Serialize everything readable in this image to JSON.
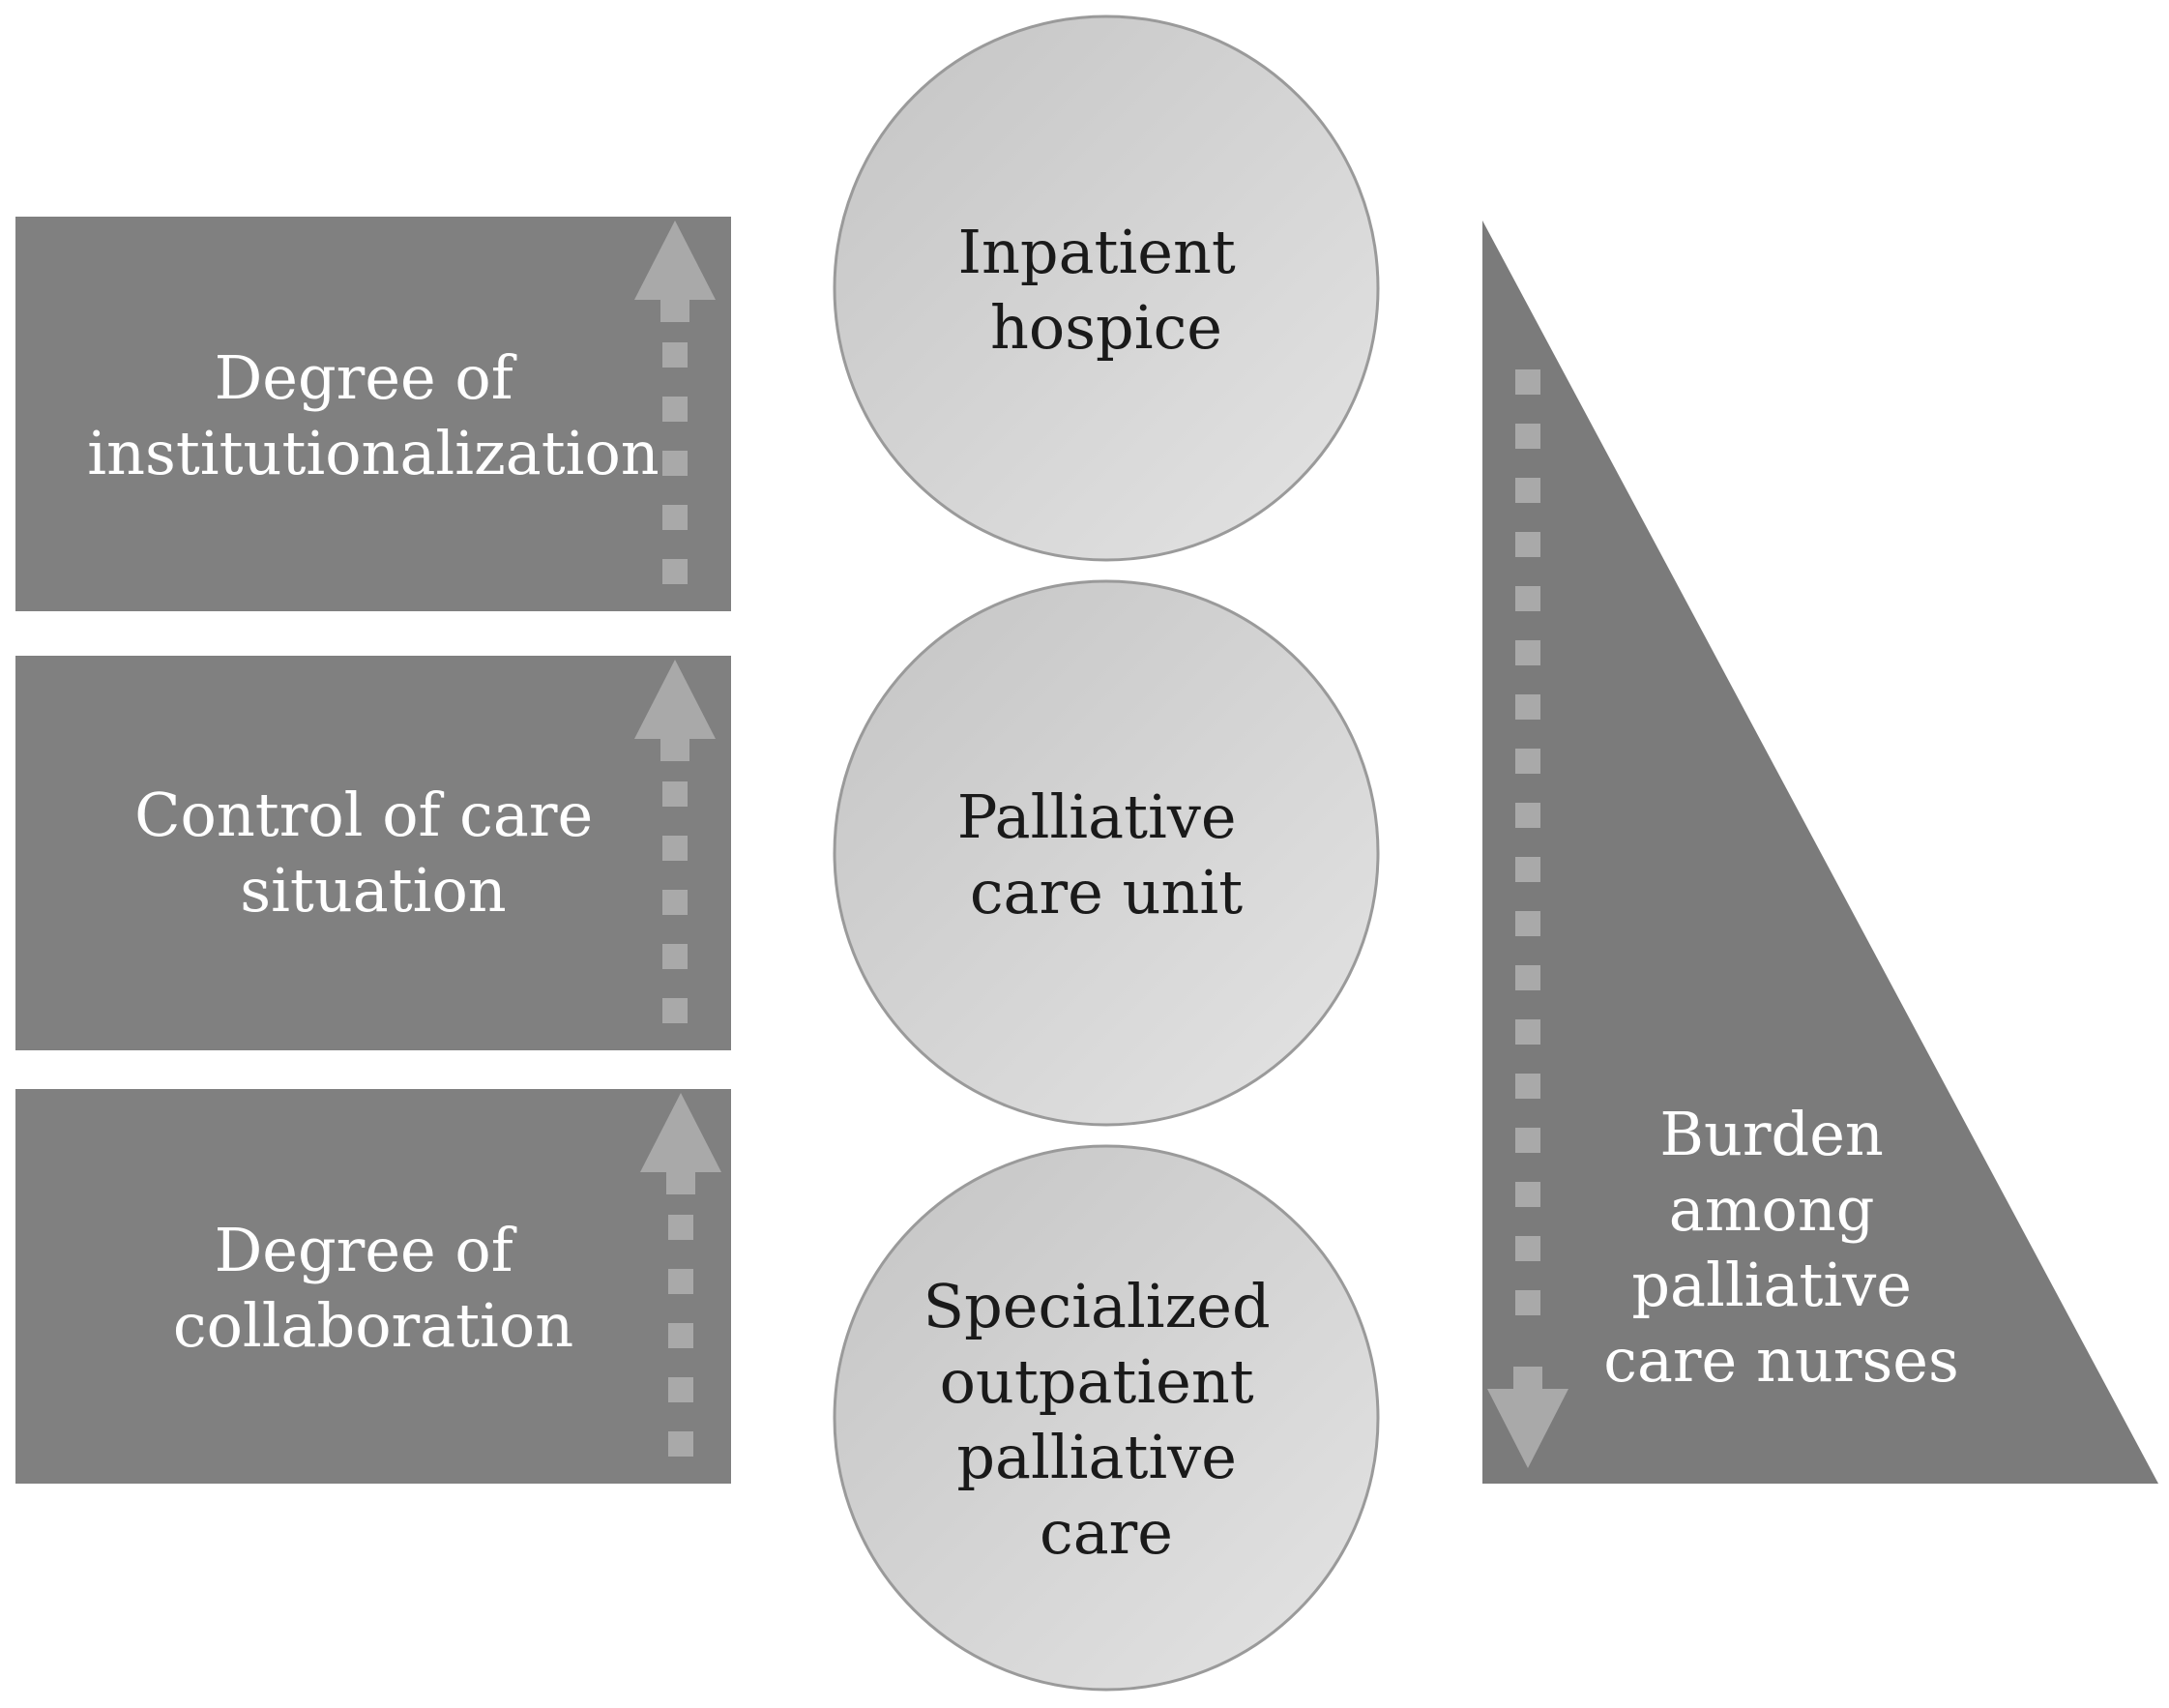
{
  "colors": {
    "box_fill": "#808080",
    "arrow_fill": "#a9a9a9",
    "circle_fill_light": "#e4e4e4",
    "circle_fill_dark": "#c4c4c4",
    "circle_stroke": "#9a9a9a",
    "triangle_fill": "#7b7b7b",
    "box_text": "#ffffff",
    "circle_text": "#1a1a1a"
  },
  "boxes": [
    {
      "lines": [
        "Degree of",
        "institutionalization"
      ],
      "arrow": "up"
    },
    {
      "lines": [
        "Control of care",
        "situation"
      ],
      "arrow": "up"
    },
    {
      "lines": [
        "Degree of",
        "collaboration"
      ],
      "arrow": "up"
    }
  ],
  "circles": [
    {
      "lines": [
        "Inpatient",
        "hospice"
      ]
    },
    {
      "lines": [
        "Palliative",
        "care unit"
      ]
    },
    {
      "lines": [
        "Specialized",
        "outpatient",
        "palliative",
        "care"
      ]
    }
  ],
  "triangle": {
    "lines": [
      "Burden",
      "among",
      "palliative",
      "care nurses"
    ],
    "arrow": "down"
  }
}
